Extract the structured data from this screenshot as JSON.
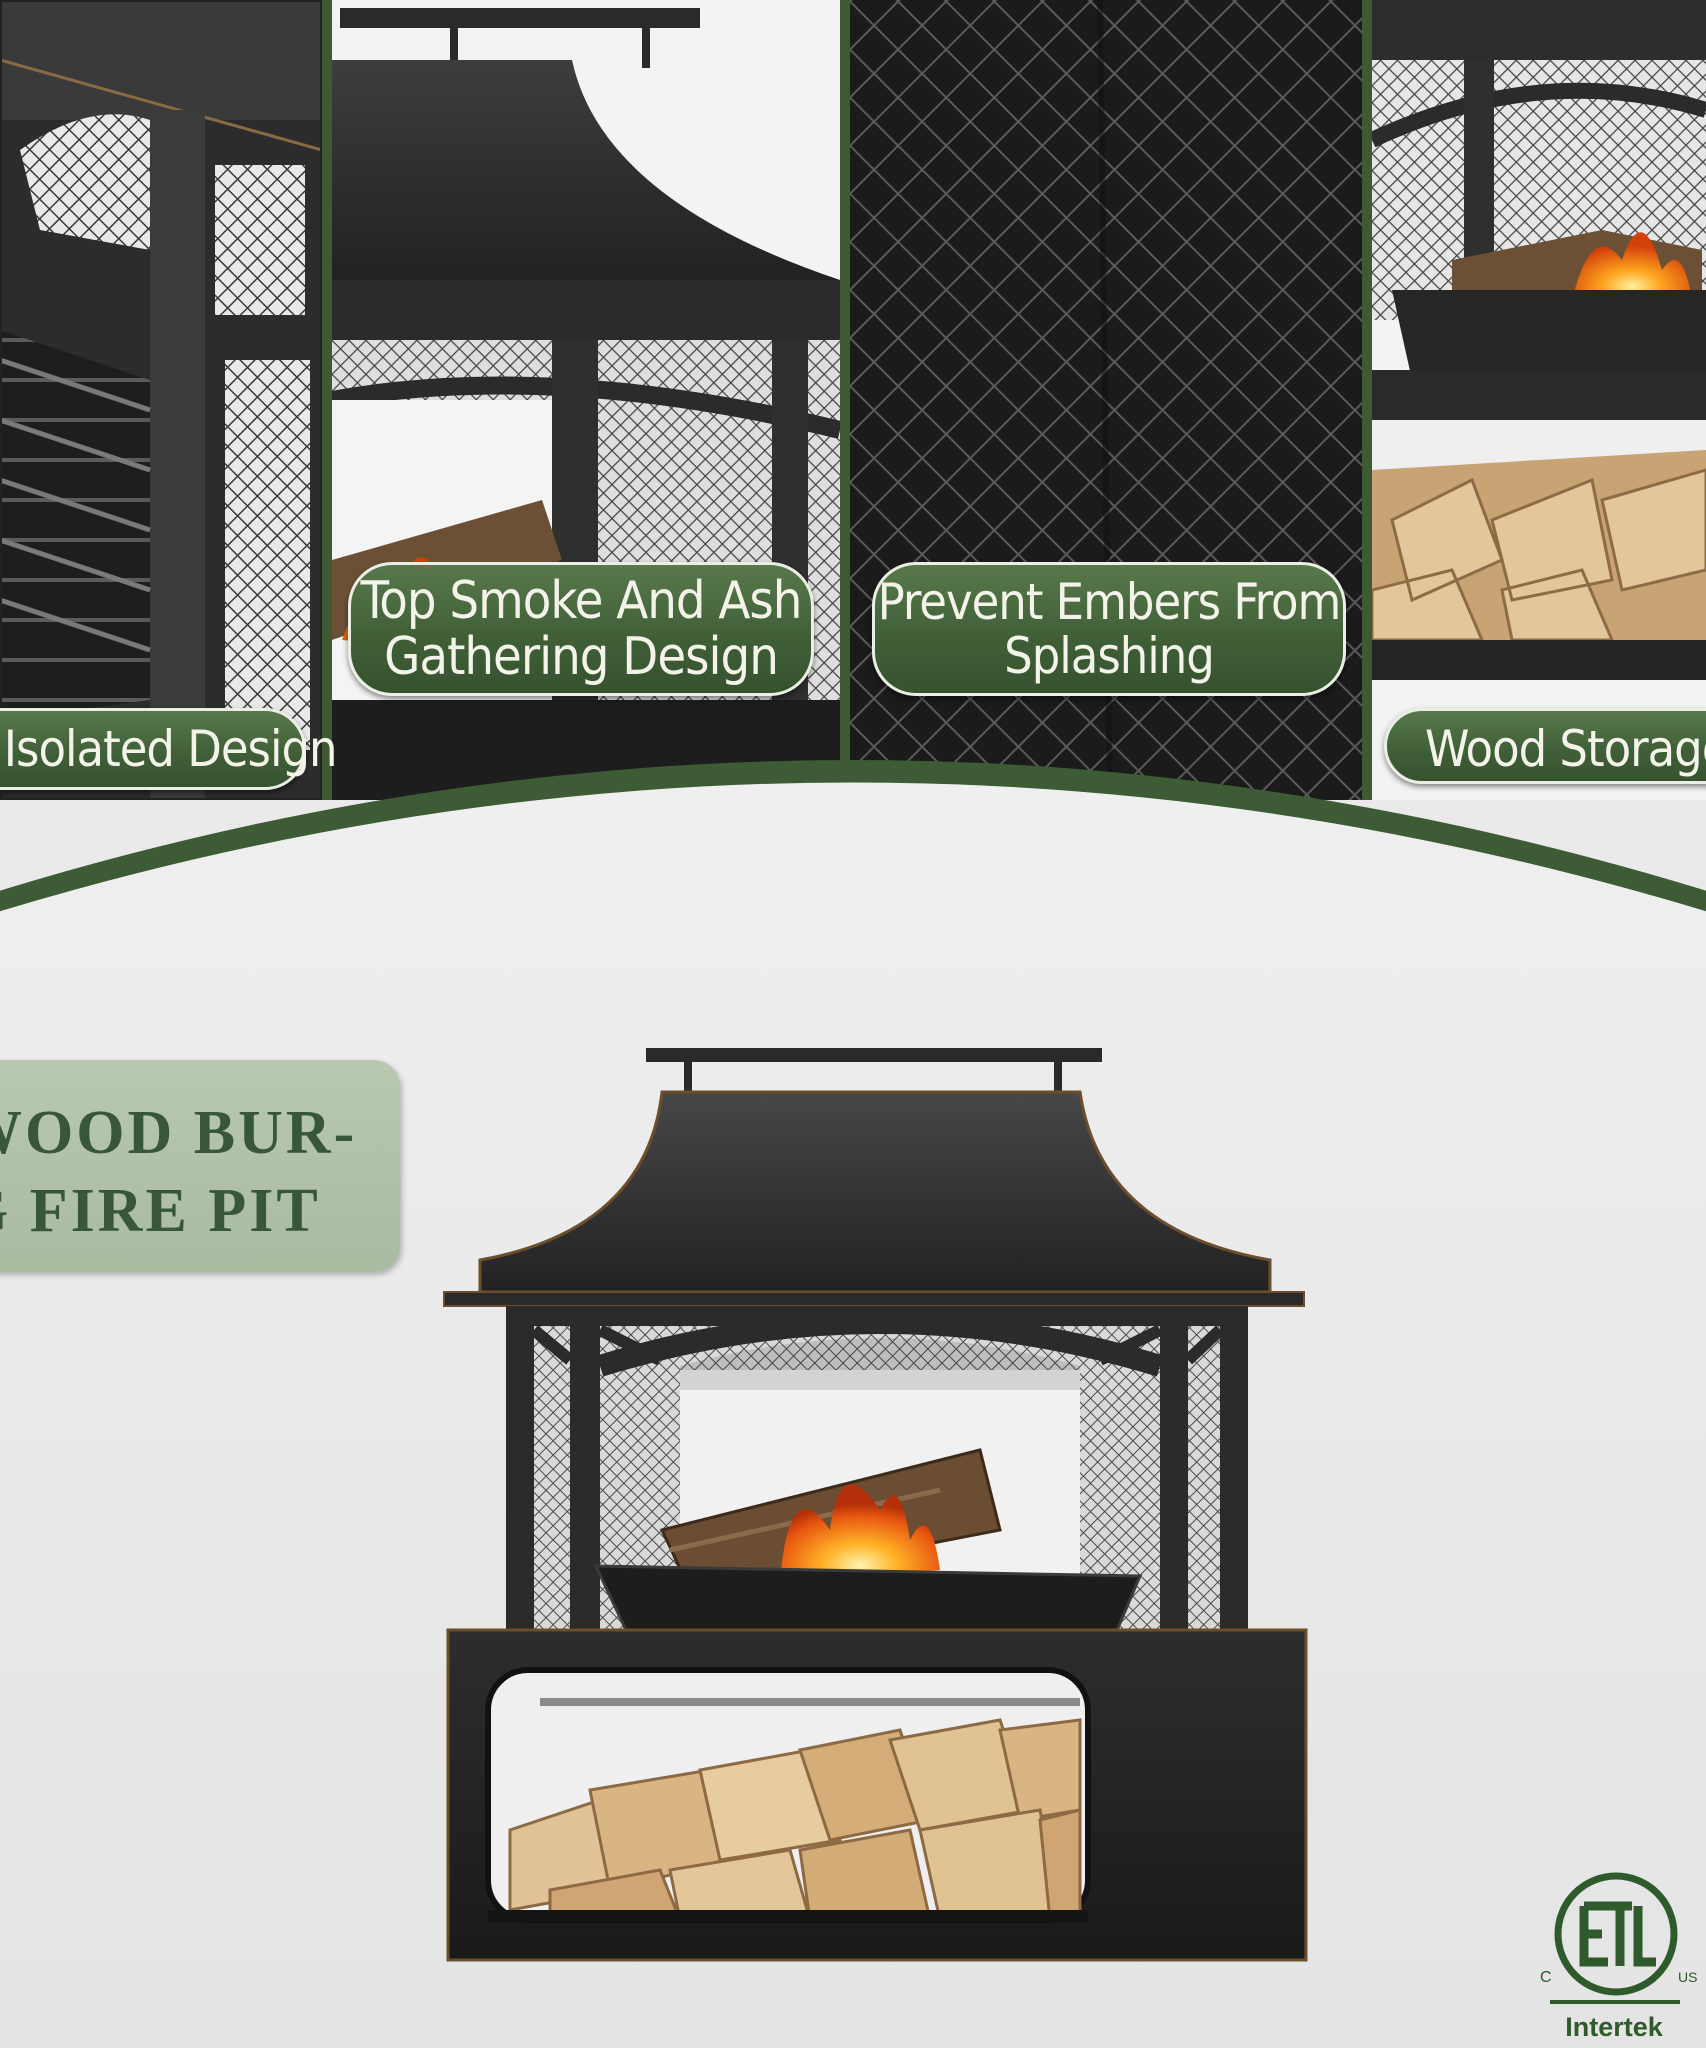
{
  "panels": [
    {
      "caption": "h Isolated Design"
    },
    {
      "caption_line1": "Top Smoke And Ash",
      "caption_line2": "Gathering Design"
    },
    {
      "caption_line1": "Prevent Embers From",
      "caption_line2": "Splashing"
    },
    {
      "caption": "Wood Storage"
    }
  ],
  "product_title": {
    "line1": "WOOD BUR-",
    "line2": "G FIRE PIT"
  },
  "certification": {
    "mark": "ETL",
    "c": "C",
    "us": "US",
    "lab": "Intertek"
  },
  "colors": {
    "accent_green": "#3f5e36",
    "title_green": "#38573a",
    "title_box": "#b0c1a7",
    "metal": "#2b2b2b"
  }
}
